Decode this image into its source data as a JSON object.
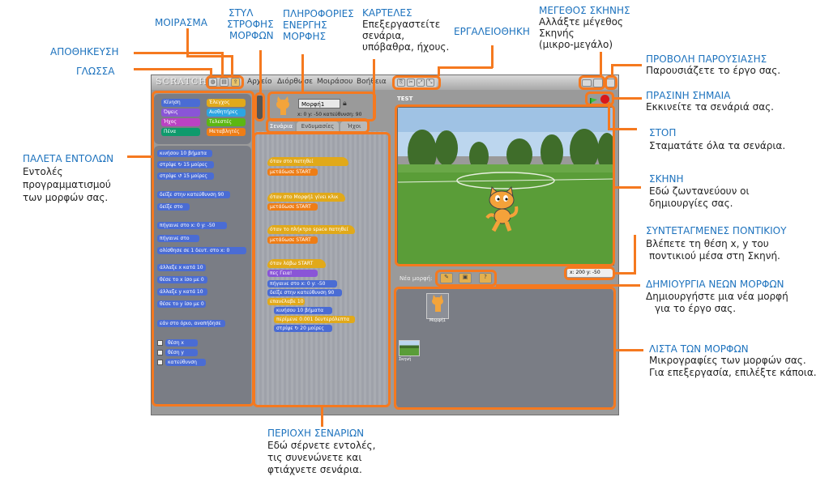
{
  "app": {
    "logo": "SCRATCH",
    "menu": [
      "Αρχείο",
      "Διόρθωσε",
      "Μοιράσου",
      "Βοήθεια"
    ],
    "sprite_name": "Μορφή1",
    "sprite_coords": "x: 0  y: -50  κατεύθυνση: 90",
    "tabs": [
      "Σενάρια",
      "Ενδυμασίες",
      "Ήχοι"
    ],
    "categories": [
      "Κίνηση",
      "Έλεγχος",
      "Όψεις",
      "Αισθητήρες",
      "Ήχος",
      "Τελεστές",
      "Πένα",
      "Μεταβλητές"
    ],
    "stage_title": "TEST",
    "mouse_coords": "x: 200   y: -50",
    "new_sprite_label": "Νέα μορφή:",
    "sprite_thumb_label": "Μορφή1",
    "stage_thumb_label": "Σκηνή"
  },
  "palette_blocks": [
    "κινήσου 10 βήματα",
    "στρίψε ↻ 15 μοίρες",
    "στρίψε ↺ 15 μοίρες",
    "δείξε στην κατεύθυνση 90",
    "δείξε στο",
    "πήγαινε στο x: 0 y: -50",
    "πήγαινε στο",
    "ολίσθησε σε 1 δευτ. στο x: 0",
    "άλλαξε x κατά 10",
    "θέσε το x ίσο με 0",
    "άλλαξε y κατά 10",
    "θέσε το y ίσο με 0",
    "εάν στο όριο, αναπήδησε",
    "θέση x",
    "θέση y",
    "κατεύθυνση"
  ],
  "script_blocks": [
    "όταν στο πατηθεί",
    "μετάδωσε START",
    "όταν στο Μορφή1 γίνει κλικ",
    "μετάδωσε START",
    "όταν το πλήκτρο space πατηθεί",
    "μετάδωσε START",
    "όταν λάβω START",
    "πες Γεια!",
    "πήγαινε στο x: 0 y: -50",
    "δείξε στην κατεύθυνση 90",
    "επανέλαβε 10",
    "κινήσου 10 βήματα",
    "περίμενε 0.001 δευτερόλεπτα",
    "στρίψε ↻ 20 μοίρες"
  ],
  "annotations": {
    "share": {
      "title": "ΜΟΙΡΑΣΜΑ"
    },
    "rotation": {
      "title": "ΣΤΥΛ ΣΤΡΟΦΗΣ ΜΟΡΦΩΝ",
      "lines": [
        "ΣΤΥΛ",
        "ΣΤΡΟΦΗΣ",
        "ΜΟΡΦΩΝ"
      ]
    },
    "info": {
      "lines": [
        "ΠΛΗΡΟΦΟΡΙΕΣ",
        "ΕΝΕΡΓΗΣ",
        "ΜΟΡΦΗΣ"
      ]
    },
    "tabs": {
      "title": "ΚΑΡΤΕΛΕΣ",
      "lines": [
        "Επεξεργαστείτε",
        "σενάρια,",
        "υπόβαθρα, ήχους."
      ]
    },
    "toolbar": {
      "title": "ΕΡΓΑΛΕΙΟΘΗΚΗ"
    },
    "stage_size": {
      "title": "ΜΕΓΕΘΟΣ ΣΚΗΝΗΣ",
      "lines": [
        "Αλλάξτε μέγεθος",
        "Σκηνής",
        "(μικρο-μεγάλο)"
      ]
    },
    "save": {
      "title": "ΑΠΟΘΗΚΕΥΣΗ"
    },
    "language": {
      "title": "ΓΛΩΣΣΑ"
    },
    "presentation": {
      "title": "ΠΡΟΒΟΛΗ ΠΑΡΟΥΣΙΑΣΗΣ",
      "lines": [
        "Παρουσιάζετε το έργο σας."
      ]
    },
    "green_flag": {
      "title": "ΠΡΑΣΙΝΗ ΣΗΜΑΙΑ",
      "lines": [
        "Εκκινείτε τα σενάριά σας."
      ]
    },
    "stop": {
      "title": "ΣΤΟΠ",
      "lines": [
        "Σταματάτε όλα τα σενάρια."
      ]
    },
    "palette": {
      "title": "ΠΑΛΕΤΑ ΕΝΤΟΛΩΝ",
      "lines": [
        "Εντολές",
        "προγραμματισμού",
        "των μορφών σας."
      ]
    },
    "stage": {
      "title": "ΣΚΗΝΗ",
      "lines": [
        "Εδώ ζωντανεύουν οι",
        "δημιουργίες σας."
      ]
    },
    "mouse": {
      "title": "ΣΥΝΤΕΤΑΓΜΕΝΕΣ ΠΟΝΤΙΚΙΟΥ",
      "lines": [
        "Βλέπετε τη θέση x, y του",
        "ποντικιού μέσα στη Σκηνή."
      ]
    },
    "new_sprite": {
      "title": "ΔΗΜΙΟΥΡΓΙΑ ΝΕΩΝ ΜΟΡΦΩΝ",
      "lines": [
        "Δημιουργήστε μια νέα μορφή",
        "για το έργο σας."
      ]
    },
    "sprite_list": {
      "title": "ΛΙΣΤΑ ΤΩΝ ΜΟΡΦΩΝ",
      "lines": [
        "Μικρογραφίες των μορφών σας.",
        "Για επεξεργασία, επιλέξτε κάποια."
      ]
    },
    "scripts_area": {
      "title": "ΠΕΡΙΟΧΗ ΣΕΝΑΡΙΩΝ",
      "lines": [
        "Εδώ σέρνετε εντολές,",
        "τις συνενώνετε και",
        "φτιάχνετε σενάρια."
      ]
    }
  },
  "colors": {
    "accent": "#f5791f",
    "title_blue": "#1e73be",
    "motion": "#4a6cd4",
    "control": "#e1a91a",
    "looks": "#8a55d7",
    "sensing": "#2ca5e2",
    "operators": "#5cb712"
  }
}
